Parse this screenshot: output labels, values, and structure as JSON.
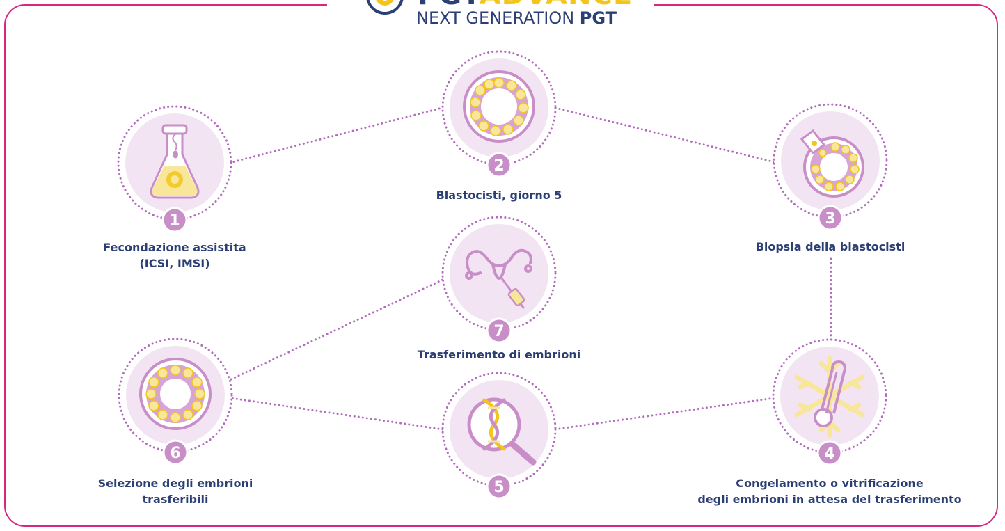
{
  "header": {
    "logo_top_left": "PGT",
    "logo_top_right": "ADVANCE",
    "logo_bottom_normal": "NEXT GENERATION",
    "logo_bottom_bold": "PGT"
  },
  "colors": {
    "border": "#d6287f",
    "navy": "#2c3f75",
    "yellow": "#f3c51a",
    "pale_yellow": "#f8e79b",
    "lilac": "#c88ec8",
    "dots": "#b26cbe"
  },
  "steps": [
    {
      "number": "1",
      "icon": "flask-icon",
      "lines": [
        "Fecondazione assistita",
        "(ICSI, IMSI)"
      ]
    },
    {
      "number": "2",
      "icon": "blastocyst-icon",
      "lines": [
        "Blastocisti, giorno 5"
      ]
    },
    {
      "number": "3",
      "icon": "biopsy-icon",
      "lines": [
        "Biopsia della blastocisti"
      ]
    },
    {
      "number": "4",
      "icon": "snowflake-thermometer-icon",
      "lines": [
        "Congelamento o vitrificazione",
        "degli embrioni in attesa del trasferimento"
      ]
    },
    {
      "number": "5",
      "icon": "dna-magnifier-icon",
      "lines": []
    },
    {
      "number": "6",
      "icon": "embryo-selection-icon",
      "lines": [
        "Selezione degli embrioni",
        "trasferibili"
      ]
    },
    {
      "number": "7",
      "icon": "uterus-transfer-icon",
      "lines": [
        "Trasferimento di embrioni"
      ]
    }
  ]
}
